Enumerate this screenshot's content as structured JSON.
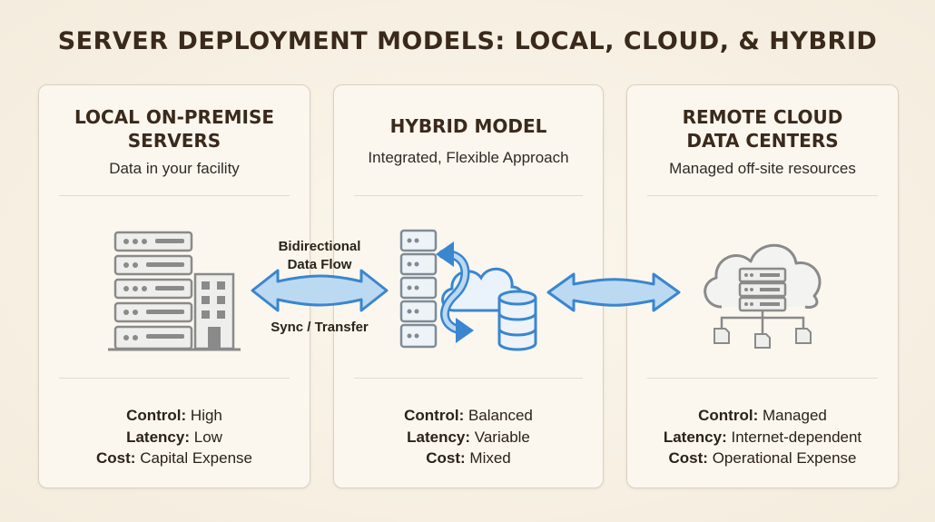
{
  "title": "SERVER DEPLOYMENT MODELS: LOCAL, CLOUD, & HYBRID",
  "panels": {
    "local": {
      "heading_line1": "LOCAL ON-PREMISE",
      "heading_line2": "SERVERS",
      "subtitle": "Data in your facility",
      "control_label": "Control:",
      "control_value": "High",
      "latency_label": "Latency:",
      "latency_value": "Low",
      "cost_label": "Cost:",
      "cost_value": "Capital Expense"
    },
    "hybrid": {
      "heading_line1": "HYBRID MODEL",
      "subtitle": "Integrated, Flexible Approach",
      "control_label": "Control:",
      "control_value": "Balanced",
      "latency_label": "Latency:",
      "latency_value": "Variable",
      "cost_label": "Cost:",
      "cost_value": "Mixed"
    },
    "cloud": {
      "heading_line1": "REMOTE CLOUD",
      "heading_line2": "DATA CENTERS",
      "subtitle": "Managed off-site resources",
      "control_label": "Control:",
      "control_value": "Managed",
      "latency_label": "Latency:",
      "latency_value": "Internet-dependent",
      "cost_label": "Cost:",
      "cost_value": "Operational Expense"
    }
  },
  "flow": {
    "label_top_line1": "Bidirectional",
    "label_top_line2": "Data Flow",
    "label_bottom": "Sync / Transfer"
  },
  "icons": [
    "server-rack-icon",
    "building-icon",
    "bidirectional-arrow-icon",
    "hybrid-server-cloud-icon",
    "cloud-server-icon",
    "database-icon"
  ],
  "colors": {
    "accent_blue": "#3a86cf",
    "arrow_fill": "#bcd9f2",
    "icon_gray": "#8a8a8a",
    "text_dark": "#3a2a1c"
  }
}
